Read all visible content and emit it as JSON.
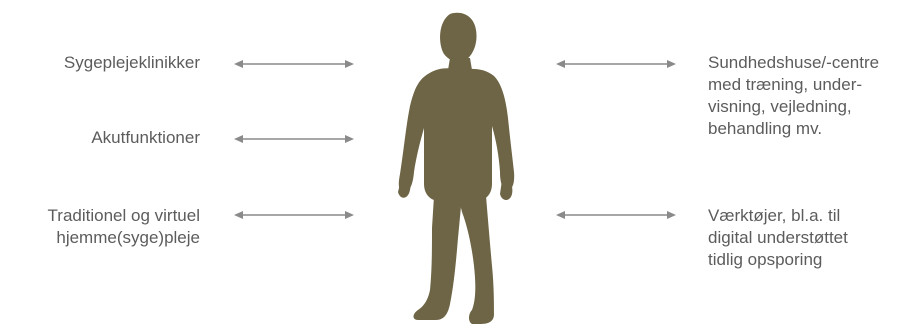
{
  "left_items": [
    {
      "label": "Sygeplejeklinikker"
    },
    {
      "label": "Akutfunktioner"
    },
    {
      "label": "Traditionel og virtuel\nhjemme(syge)pleje"
    }
  ],
  "right_items": [
    {
      "label": "Sundhedshuse/-centre\nmed træning, under-\nvisning, vejledning,\nbehandling mv."
    },
    {
      "label": "Værktøjer, bl.a. til\ndigital understøttet\ntidlig opsporing"
    }
  ],
  "colors": {
    "figure": "#6e6546",
    "arrow": "#8a8a8a",
    "text": "#5c5c5c"
  },
  "icons": {
    "figure": "person-silhouette-icon",
    "arrow": "double-headed-arrow-icon"
  }
}
